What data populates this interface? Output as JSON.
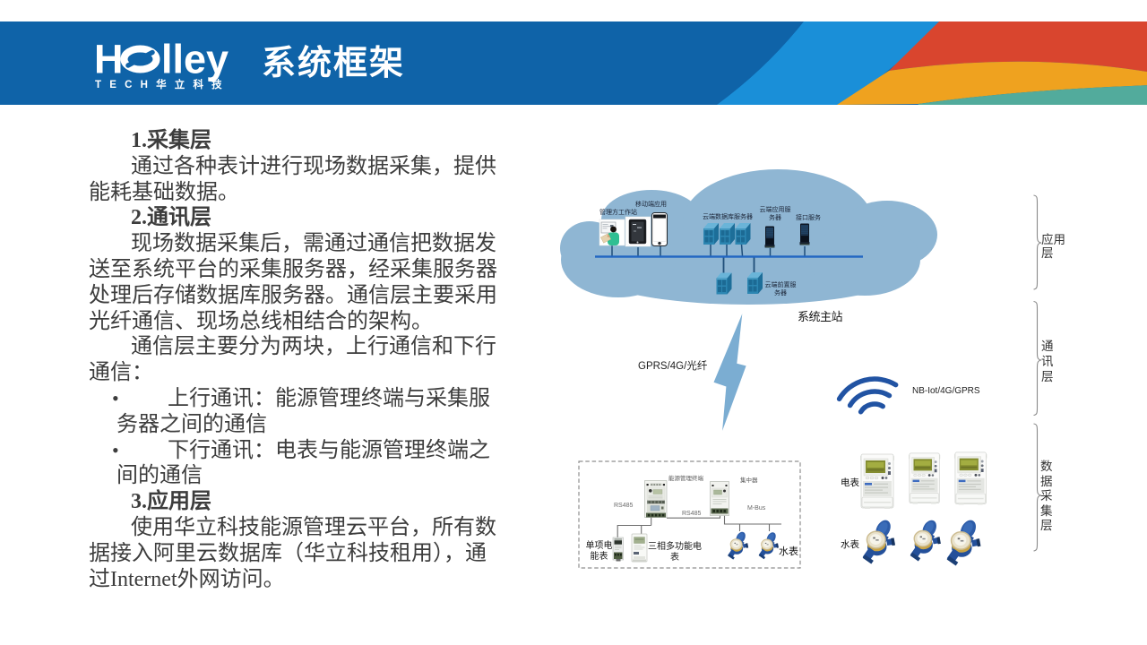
{
  "palette": {
    "header_blue": "#0f63a8",
    "accent_azure": "#1a8fd8",
    "accent_red": "#d9452e",
    "accent_orange": "#efa21f",
    "accent_teal": "#52ab9c",
    "cloud_blue": "#8fb6d3",
    "bus_blue": "#2166c2",
    "bolt_blue": "#7badd2",
    "wifi_blue": "#2153a3"
  },
  "header": {
    "logo": {
      "brand": "HOLLEY",
      "brand_h": "H",
      "brand_tail": "lley",
      "tagline": "T E C H  华 立 科 技"
    },
    "title": "系统框架"
  },
  "content": {
    "sections": [
      {
        "type": "heading",
        "text": "1.采集层"
      },
      {
        "type": "para",
        "text": "通过各种表计进行现场数据采集，提供\n能耗基础数据。"
      },
      {
        "type": "heading",
        "text": "2.通讯层"
      },
      {
        "type": "para",
        "text": "现场数据采集后，需通过通信把数据发\n送至系统平台的采集服务器，经采集服务器\n处理后存储数据库服务器。通信层主要采用\n光纤通信、现场总线相结合的架构。"
      },
      {
        "type": "para",
        "text": "通信层主要分为两块，上行通信和下行\n通信："
      },
      {
        "type": "bullet",
        "bullet": "•",
        "text": "上行通讯：能源管理终端与采集服\n务器之间的通信"
      },
      {
        "type": "bullet",
        "bullet": "•",
        "text": "下行通讯：电表与能源管理终端之\n间的通信"
      },
      {
        "type": "heading",
        "text": "3.应用层"
      },
      {
        "type": "para",
        "text": "使用华立科技能源管理云平台，所有数\n据接入阿里云数据库（华立科技租用），通\n过Internet外网访问。"
      }
    ]
  },
  "diagram": {
    "cloud": {
      "caption": "系统主站",
      "labels": {
        "workstation": "管理方工作站",
        "mobile_app": "移动端应用",
        "db_server": "云端数据库服务器",
        "app_server": "云端应用服务器",
        "interface_service": "接口服务",
        "front_server": "云端前置服务器"
      }
    },
    "links": {
      "wan": "GPRS/4G/光纤",
      "wireless": "NB-Iot/4G/GPRS"
    },
    "field_box": {
      "terminal": "能源管理终端",
      "concentrator": "集中器",
      "rs485_left": "RS485",
      "rs485_mid": "RS485",
      "mbus": "M-Bus",
      "single_phase_meter": "单项电能表",
      "three_phase_meter": "三相多功能电表",
      "water_meter": "水表"
    },
    "meter_rows": {
      "electric": "电表",
      "water": "水表"
    },
    "layers": [
      {
        "label": "应用层"
      },
      {
        "label": "通讯层"
      },
      {
        "label": "数据采集层"
      }
    ]
  }
}
